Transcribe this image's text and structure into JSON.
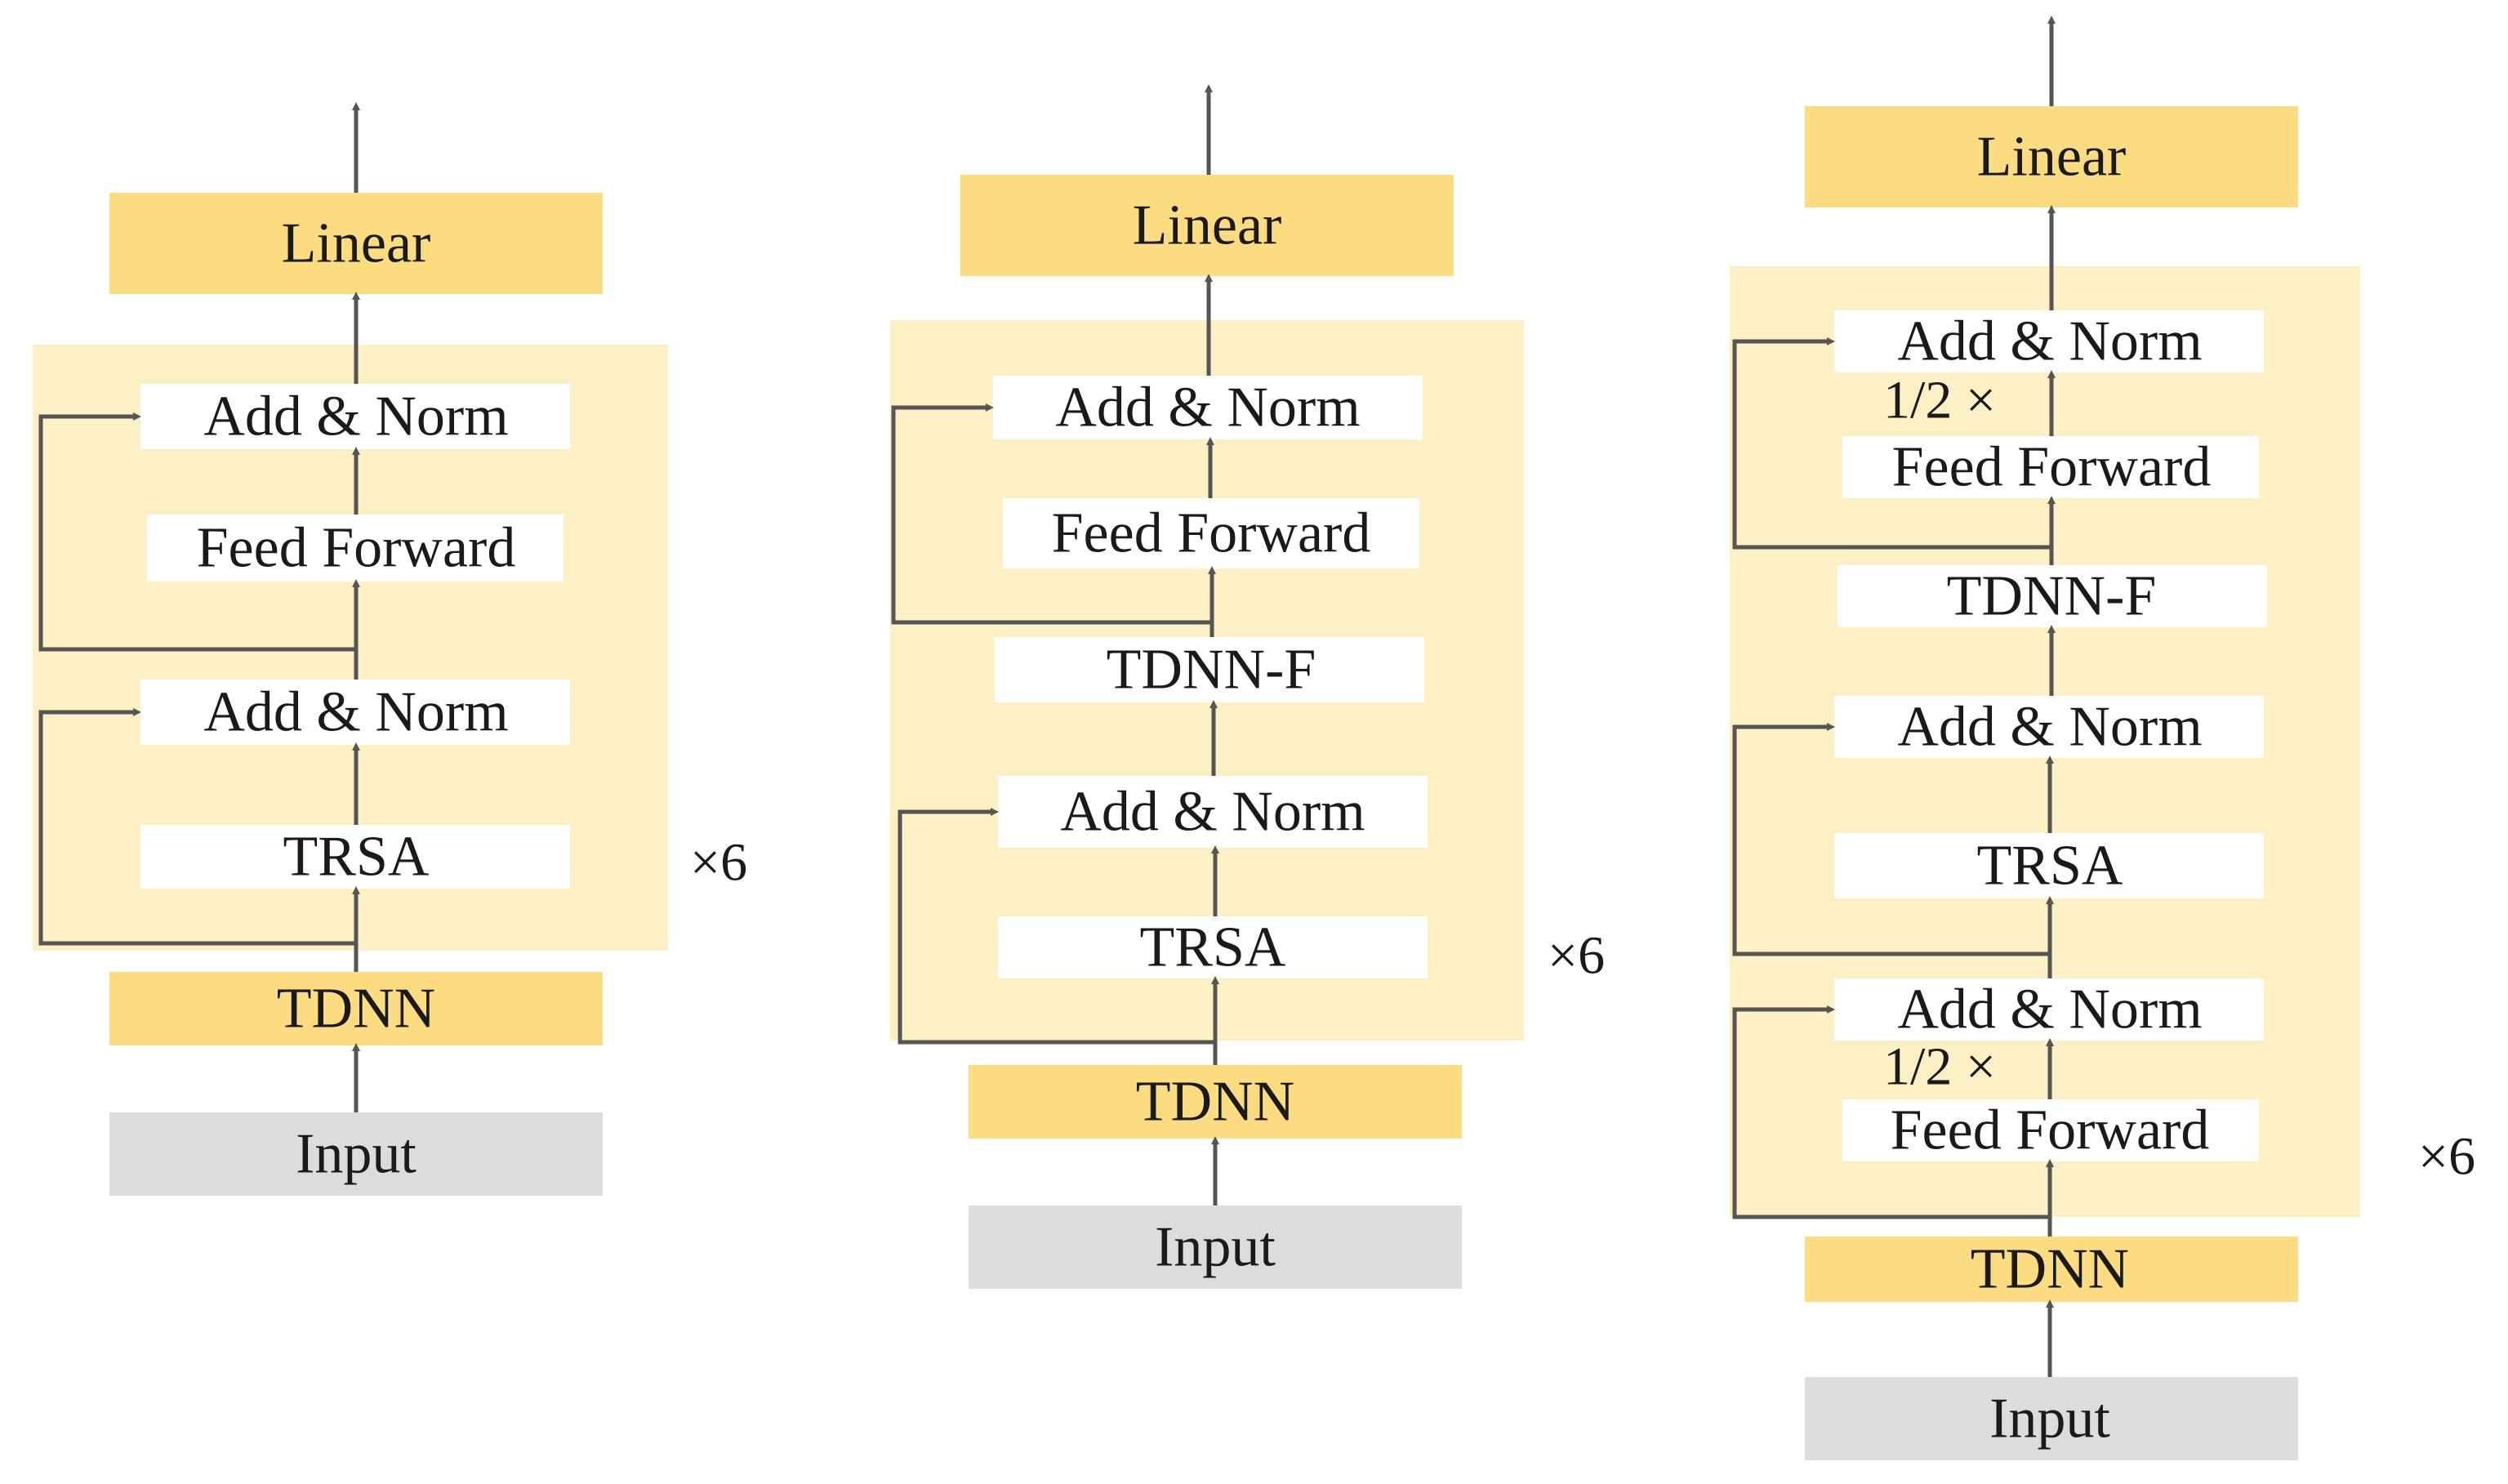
{
  "colors": {
    "block_fill": "#fdf0c4",
    "highlight_fill": "#fbdc80",
    "input_fill": "#dcdcdc",
    "inner_box_fill": "#ffffff",
    "arrow": "#555555"
  },
  "labels": {
    "linear": "Linear",
    "add_norm": "Add & Norm",
    "feed_forward": "Feed Forward",
    "trsa": "TRSA",
    "tdnn": "TDNN",
    "tdnn_f": "TDNN-F",
    "input": "Input",
    "times6": "×6",
    "half": "1/2 ×"
  }
}
